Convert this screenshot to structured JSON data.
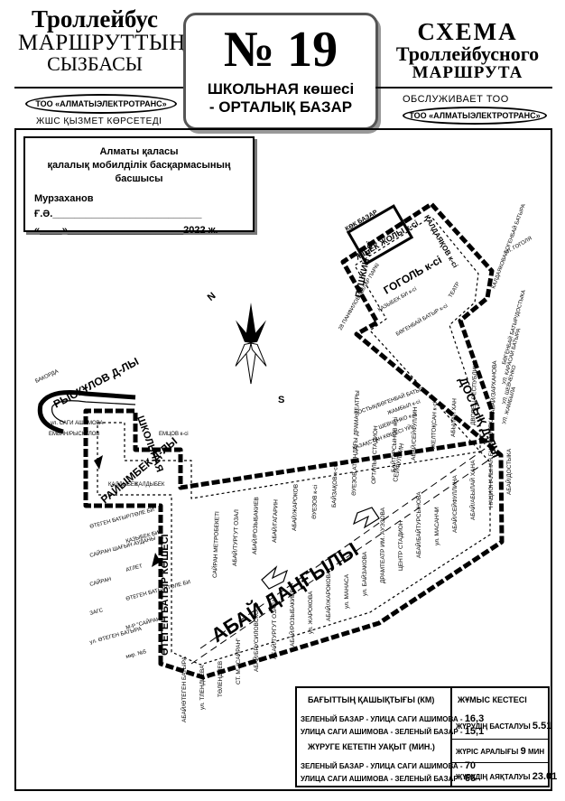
{
  "header": {
    "left_line1": "Троллейбус",
    "left_line2": "МАРШРУТТЫҢ",
    "left_line3": "СЫЗБАСЫ",
    "number": "№ 19",
    "route_line1": "ШКОЛЬНАЯ көшесі",
    "route_line2": "- ОРТАЛЫҚ БАЗАР",
    "right_line1": "СХЕМА",
    "right_line2": "Троллейбусного",
    "right_line3": "МАРШРУТА",
    "left_company": "ТОО «АЛМАТЫЭЛЕКТРОТРАНС»",
    "left_service": "ЖШС  ҚЫЗМЕТ  КӨРСЕТЕДІ",
    "right_service": "ОБСЛУЖИВАЕТ  ТОО",
    "right_company": "ТОО «АЛМАТЫЭЛЕКТРОТРАНС»"
  },
  "approval": {
    "line1": "Алматы қаласы",
    "line2": "қалалық мобилділік басқармасының басшысы",
    "name": "Мурзаханов Ғ.Ә.___________________________",
    "date": "«____»_____________________2022 ж."
  },
  "compass": {
    "north": "N",
    "south": "S"
  },
  "streets": {
    "abai": "АБАЙ  ДАҢҒЫЛЫ",
    "otegen": "ӨТЕГЕН БАТЫР КӨШЕСІ",
    "dostyk": "ДОСТЫҚ Д-ЛЫ",
    "raimbek": "РАЙЫМБЕК Д-ЛЫ",
    "rysqulov": "РЫСҚҰЛОВ Д-ЛЫ",
    "shkolnaya": "ШКОЛЬНАЯ",
    "zhibek": "ЖІБЕК ЖОЛЫ к-сі",
    "gogol": "ГОГОЛЬ к-сі",
    "pushkin": "ПУШКИН к-сі",
    "kaldayakov": "ҚАЛДАЯҚОВ к-сі",
    "kok_bazar": "КӨК БАЗАР",
    "seifullin": "СЕЙФУЛЛИН"
  },
  "stops": {
    "abai_south": [
      "АБАЙ/ӨТЕГЕН БАТЫРА",
      "ул. ТЛЕНДИЕВА",
      "ТӨЛЕНДИЕВ",
      "СТ. М. \"САЙРАН\"",
      "АБАЙ/БРУСИЛОВСКОГО",
      "АБАЙ/ТУРГУТ ОЗАЛА",
      "АБАЙ/РОЗЫБАКИЕВА",
      "ул. ЖАРОКОВА",
      "АБАЙ/ЖАРОКОВА",
      "ул. МАНАСА",
      "ул. БАЙЗАКОВА",
      "ДРАМТЕАТР ИМ. АУЭЗОВА",
      "ЦЕНТР СТАДИОН",
      "АБАЙ/БАЙТУРСЫНОВА",
      "ул. МАСАНЧИ",
      "АБАЙ/СЕЙФУЛЛИНА",
      "АБАЙ/АБЫЛАЙ ХАНА",
      "НАЦИОНАЛЬНАЯ БИБЛИОТЕКА",
      "АБАЙ/ДОСТЫКА"
    ],
    "abai_north": [
      "САЙРАН МЕТРОБЕКЕТІ",
      "АБАЙ/ТУРГУТ ОЗАЛ",
      "АБАЙ/РОЗЫБАКИЕВ",
      "АБАЙ/ГАГАРИН",
      "АБАЙ/ЖАРОКОВ",
      "ӘУЕЗОВ к-сі",
      "БАЙЗАҚОВ к-сі",
      "ӘУЕЗОВ АТЫНДАҒЫ ДРАМА ТЕАТРЫ",
      "ОРТАЛЫҚ СТАДИОН",
      "БАЙТҰРСЫНОВ к-сі",
      "АБАЙ/СЕЙФУЛЛИН",
      "ЖЕЛТОҚСАН к-сі",
      "АБЫЛАЙ ХАН",
      "ДВОРЕЦ РЕСПУБЛИКИ",
      "АБАЙ/ЗАРХАНОВА"
    ],
    "otegen": [
      "ӨТЕГЕН БАТЫР/ТӨЛЕ БИ",
      "ҚАЗЫБЕК БИ",
      "САЙРАН ШАҒЫН АУДАНЫ",
      "АТЛЕТ",
      "САЙРАН",
      "ӨТЕГЕН БАТЫР/ТӨЛЕ БИ",
      "ЗАГС",
      "М-Р \"САЙРАН\"",
      "ул. ӨТЕГЕН БАТЫРА",
      "мкр. №5"
    ],
    "dostyk": [
      "ДОСТЫҚ/БӨГЕНБАЙ БАТЫР",
      "ЖАМБЫЛ к-сі",
      "ШЕВЧЕНКО к-сі",
      "ҚАЗАҚСТАН КӨШЕСІ ҮЙІ",
      "УЛ. ЖАМБЫЛА",
      "УЛ. ШЕВЧЕНКО",
      "УЛ. КАРАСАЙ БАТЫРА",
      "БӨГЕНБАЙ БАТЫР/ДОСТЫКА"
    ],
    "north": [
      "ҚАЗЫБЕК БИ к-сі",
      "БӨГЕНБАЙ БАТЫР к-сі",
      "28 ПАНФИЛОВШЫЛАР ПАРКІ",
      "УЛ. ГОГОЛЯ",
      "КАЛДАЯКОВА/БОГЕНБАЙ БАТЫРА",
      "ТЕАТР"
    ],
    "rysqulov": [
      "БАКОРДА",
      "ул. САГИ АШИМОВА",
      "ЕМЬЯН/РЫСКУЛОВ",
      "ЕМЦОВ к-сі",
      "ҚАЛДЫБЕК",
      "ҚАЛДЫБЕК"
    ]
  },
  "info": {
    "distance_title": "БАҒЫТТЫҢ ҚАШЫҚТЫҒЫ (КМ)",
    "distance_rows": [
      {
        "label": "ЗЕЛЕНЫЙ БАЗАР - УЛИЦА САГИ АШИМОВА -",
        "value": "16,3"
      },
      {
        "label": "УЛИЦА САГИ АШИМОВА - ЗЕЛЕНЫЙ БАЗАР -",
        "value": "15,1"
      }
    ],
    "time_title": "ЖҮРУГЕ КЕТЕТІН УАҚЫТ (МИН.)",
    "time_rows": [
      {
        "label": "ЗЕЛЕНЫЙ БАЗАР - УЛИЦА САГИ АШИМОВА -",
        "value": "70"
      },
      {
        "label": "УЛИЦА САГИ АШИМОВА - ЗЕЛЕНЫЙ БАЗАР -",
        "value": "66"
      }
    ],
    "schedule_title": "ЖҰМЫС КЕСТЕСІ",
    "start_label": "ЖҮРУДІҢ БАСТАЛУЫ",
    "start_value": "5.51",
    "interval_label": "ЖҮРІС АРАЛЫҒЫ",
    "interval_value": "9",
    "interval_unit": "МИН",
    "end_label": "ЖҮРУДІҢ АЯҚТАЛУЫ",
    "end_value": "23.01"
  }
}
